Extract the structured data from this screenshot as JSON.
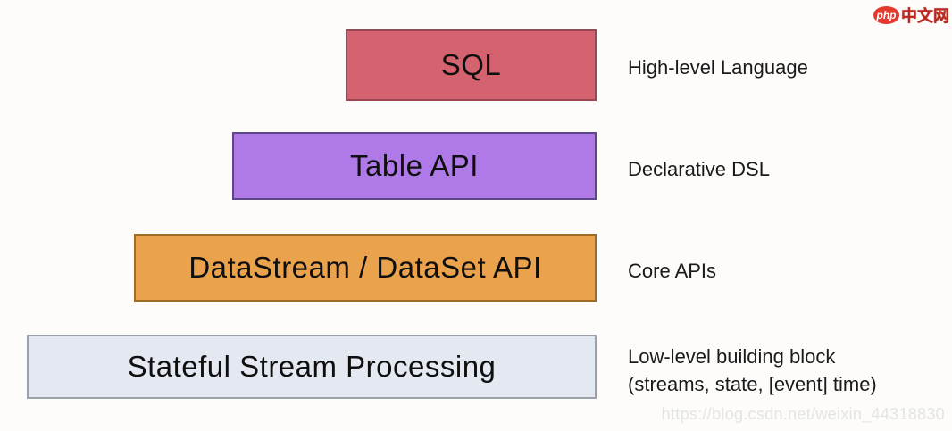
{
  "page": {
    "background_color": "#fdfcfa"
  },
  "diagram": {
    "description": "stacked API layers with side annotations",
    "layers": [
      {
        "id": "sql",
        "box_label": "SQL",
        "side_label": "High-level Language",
        "fill": "#d5626f",
        "border": "#9c4553"
      },
      {
        "id": "table-api",
        "box_label": "Table API",
        "side_label": "Declarative DSL",
        "fill": "#af7ae8",
        "border": "#5e4788"
      },
      {
        "id": "datastream-dataset-api",
        "box_label": "DataStream / DataSet API",
        "side_label": "Core APIs",
        "fill": "#eba24c",
        "border": "#9f6e26"
      },
      {
        "id": "stateful-stream-processing",
        "box_label": "Stateful Stream Processing",
        "side_label_line1": "Low-level building block",
        "side_label_line2": "(streams, state, [event] time)",
        "fill": "#e4e8f1",
        "border": "#9ba1ab"
      }
    ]
  },
  "watermark": {
    "url_text": "https://blog.csdn.net/weixin_44318830",
    "color": "#e4e4e4"
  },
  "logo": {
    "badge_text": "php",
    "site_text": "中文网",
    "badge_color": "#e23a2e",
    "site_color": "#c0261c"
  }
}
